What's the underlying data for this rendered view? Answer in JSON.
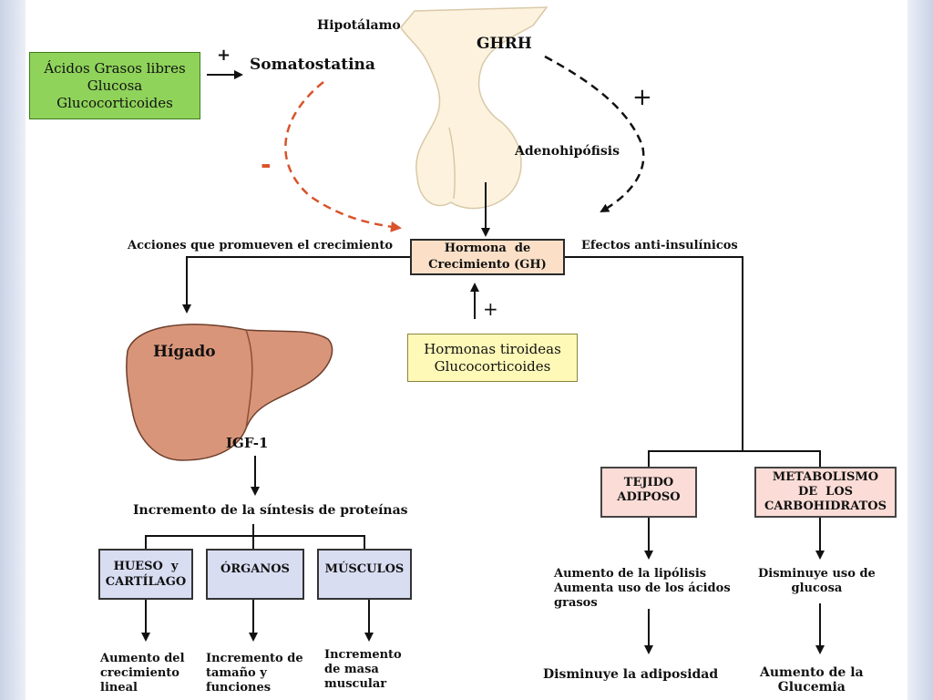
{
  "top": {
    "hipotalamo": "Hipotálamo",
    "ghrh": "GHRH",
    "adenohipofisis": "Adenohipófisis",
    "somatostatina": "Somatostatina",
    "plus_somato": "+",
    "plus_ghrh": "+",
    "minus_somato": "-"
  },
  "inhibitors_box": {
    "lines": [
      "Ácidos Grasos libres",
      "Glucosa",
      "Glucocorticoides"
    ]
  },
  "gh_box": {
    "line1": "Hormona  de",
    "line2": "Crecimiento (GH)"
  },
  "branch_labels": {
    "left": "Acciones que promueven el crecimiento",
    "right": "Efectos anti-insulínicos"
  },
  "stimulators_box": {
    "plus": "+",
    "lines": [
      "Hormonas tiroideas",
      "Glucocorticoides"
    ]
  },
  "liver": {
    "label": "Hígado",
    "igf": "IGF-1"
  },
  "protein": "Incremento de la síntesis de proteínas",
  "targets": [
    {
      "label": "HUESO  y\nCARTÍLAGO",
      "effect": "Aumento del\ncrecimiento\nlineal"
    },
    {
      "label": "ÓRGANOS",
      "effect": "Incremento de\ntamaño y\nfunciones"
    },
    {
      "label": "MÚSCULOS",
      "effect": "Incremento\nde masa\nmuscular"
    }
  ],
  "tejido": {
    "label": "TEJIDO\nADIPOSO",
    "effect1": "Aumento de la lipólisis\nAumenta uso de los ácidos\ngrasos",
    "effect2": "Disminuye la adiposidad"
  },
  "metabolismo": {
    "label": "METABOLISMO\nDE  LOS\nCARBOHIDRATOS",
    "effect1": "Disminuye uso de\nglucosa",
    "effect2": "Aumento de la\nGlucemia"
  },
  "colors": {
    "green_box": "#8fd35a",
    "yellow_box": "#fff9b8",
    "gh_box": "#fbe0c7",
    "pink_box": "#fbdcd6",
    "lavender_box": "#d8ddf2",
    "pituitary": "#fcf2de",
    "liver": "#d9957a",
    "inhibition_arrow": "#d9532b"
  }
}
